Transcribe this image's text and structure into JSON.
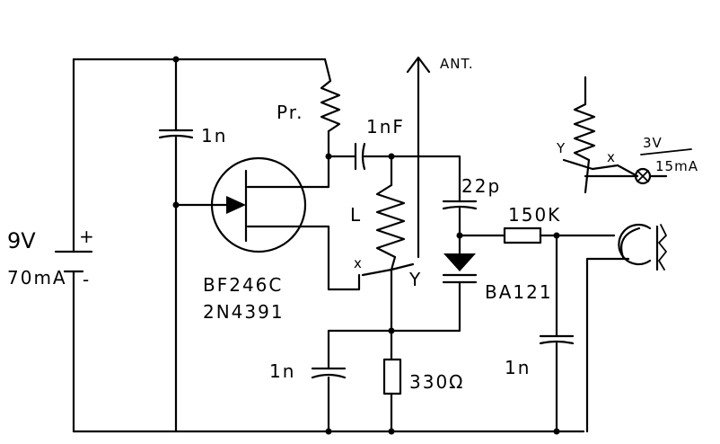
{
  "labels": {
    "supply_voltage": "9V",
    "supply_current": "70mA",
    "plus": "+",
    "minus": "-",
    "cap_c1": "1n",
    "pot": "Pr.",
    "cap_coupling": "1nF",
    "antenna": "ANT.",
    "inductor": "L",
    "tap_x": "x",
    "tap_y": "Y",
    "cap_22p": "22p",
    "resistor_150k": "150K",
    "varicap": "BA121",
    "transistor_type1": "BF246C",
    "transistor_type2": "2N4391",
    "cap_source": "1n",
    "resistor_330": "330Ω",
    "cap_output": "1n",
    "inset_y": "Y",
    "inset_x": "x",
    "lamp_voltage": "3V",
    "lamp_current": "15mA"
  },
  "colors": {
    "ink": "#000000",
    "paper": "#ffffff"
  }
}
